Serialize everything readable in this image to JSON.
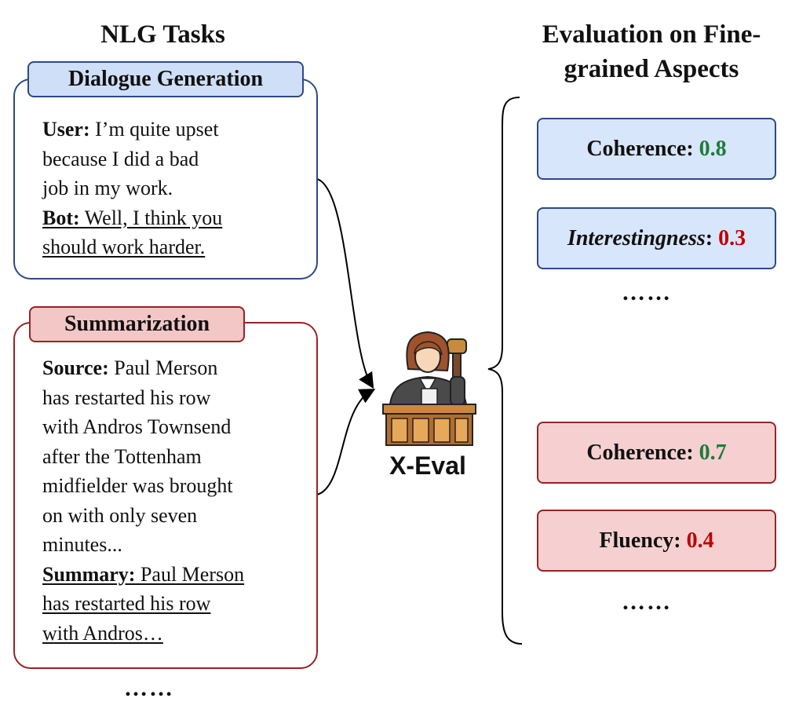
{
  "left_heading": "NLG Tasks",
  "right_heading_line1": "Evaluation on Fine-",
  "right_heading_line2": "grained Aspects",
  "dialogue": {
    "tag": "Dialogue Generation",
    "user_label": "User:",
    "user_line1": " I’m quite upset",
    "user_line2": "because I did a bad",
    "user_line3": "job in my work.",
    "bot_label": "Bot:",
    "bot_line1": " Well, I think you",
    "bot_line2": "should work harder."
  },
  "summarization": {
    "tag": "Summarization",
    "source_label": "Source:",
    "source_line1": " Paul Merson",
    "source_line2": "has restarted his row",
    "source_line3": "with Andros Townsend",
    "source_line4": "after the Tottenham",
    "source_line5": "midfielder was brought",
    "source_line6": "on with only seven",
    "source_line7": "minutes...",
    "summary_label": "Summary:",
    "summary_line1": " Paul Merson",
    "summary_line2": "has restarted his row",
    "summary_line3": "with Andros…"
  },
  "left_ellipsis": "……",
  "evaluator_label": "X-Eval",
  "dialogue_scores": [
    {
      "aspect": "Coherence",
      "value": "0.8",
      "value_color": "#1e7b3a"
    },
    {
      "aspect": "Interestingness",
      "value": "0.3",
      "value_color": "#c00000"
    }
  ],
  "dialogue_ellipsis": "……",
  "summary_scores": [
    {
      "aspect": "Coherence",
      "value": "0.7",
      "value_color": "#1e7b3a"
    },
    {
      "aspect": "Fluency",
      "value": "0.4",
      "value_color": "#c00000"
    }
  ],
  "summary_ellipsis": "……",
  "colors": {
    "blue_fill": "#cfdff7",
    "blue_border": "#2c4a85",
    "red_fill": "#f4c7c7",
    "red_border": "#9a2222",
    "good_value": "#1e7b3a",
    "bad_value": "#c00000"
  }
}
